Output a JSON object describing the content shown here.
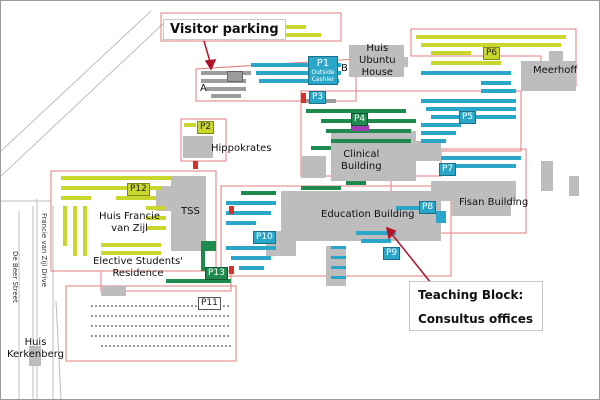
{
  "map": {
    "callouts": {
      "visitor_parking": "Visitor parking",
      "teaching_block": "Teaching Block:",
      "consultus_offices": "Consultus offices"
    },
    "buildings": {
      "huis_ubuntu_house": [
        "Huis",
        "Ubuntu",
        "House"
      ],
      "meerhoff": "Meerhoff",
      "hippokrates": "Hippokrates",
      "clinical_building": [
        "Clinical",
        "Building"
      ],
      "huis_francie_van_zijl": [
        "Huis Francie",
        "van Zijl"
      ],
      "tss": "TSS",
      "education_building": "Education Building",
      "fisan_building": "Fisan Building",
      "elective_residence": [
        "Elective Students'",
        "Residence"
      ],
      "huis_kerkenberg": [
        "Huis",
        "Kerkenberg"
      ]
    },
    "parking": {
      "p1": "P1",
      "p1_sub": [
        "Outside",
        "Cashier"
      ],
      "p2": "P2",
      "p3": "P3",
      "p4": "P4",
      "p5": "P5",
      "p6": "P6",
      "p7": "P7",
      "p8": "P8",
      "p9": "P9",
      "p10": "P10",
      "p11": "P11",
      "p12": "P12",
      "p13": "P13"
    },
    "markers": {
      "a": "A",
      "b": "B"
    },
    "streets": {
      "de_beer": "De Beer Street",
      "francie_van_zijl_drive": "Francie van Zijl Drive"
    },
    "colors": {
      "teal": "#2aa6c8",
      "lime": "#c9d62d",
      "green": "#1e8a4e",
      "gray": "#9c9c9c",
      "boundary": "#e07c7c",
      "arrow": "#b0122a"
    }
  }
}
